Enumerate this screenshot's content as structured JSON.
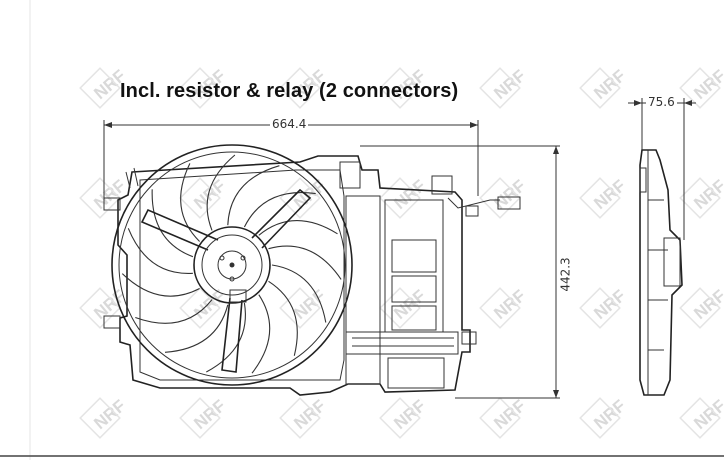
{
  "caption": "Incl. resistor & relay (2 connectors)",
  "dimensions": {
    "width": "664.4",
    "height": "442.3",
    "side_depth": "75.6"
  },
  "watermark": {
    "text": "NRF",
    "color": "#d9d9d9"
  },
  "line_color": "#333333"
}
